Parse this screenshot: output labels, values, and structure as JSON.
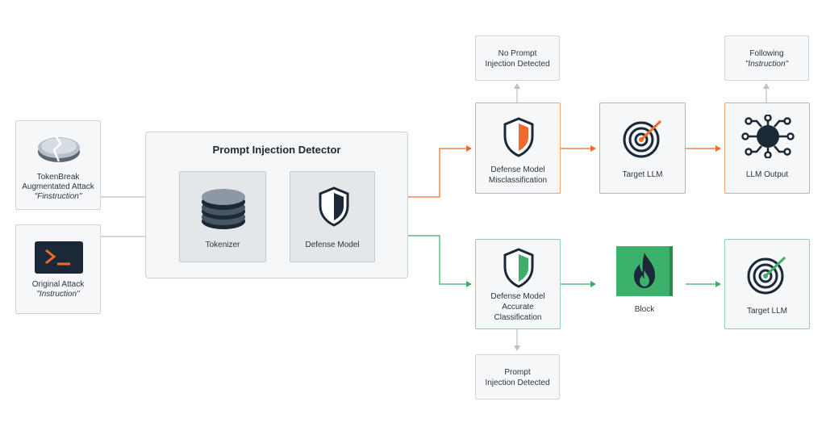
{
  "detector": {
    "title": "Prompt Injection Detector",
    "tokenizer_label": "Tokenizer",
    "defense_model_label": "Defense Model"
  },
  "inputs": [
    {
      "line1": "TokenBreak",
      "line2": "Augmentated Attack",
      "line3": "\"Finstruction\""
    },
    {
      "line1": "Original Attack",
      "line2": "\"Instruction\""
    }
  ],
  "misclassified_path": {
    "defense_line1": "Defense Model",
    "defense_line2": "Misclassification",
    "no_detect_line1": "No Prompt",
    "no_detect_line2": "Injection Detected",
    "target_label": "Target LLM",
    "output_label": "LLM Output",
    "following_line1": "Following",
    "following_line2": "\"Instruction\""
  },
  "accurate_path": {
    "defense_line1": "Defense Model",
    "defense_line2": "Accurate",
    "defense_line3": "Classification",
    "detect_line1": "Prompt",
    "detect_line2": "Injection Detected",
    "block_label": "Block",
    "target_label": "Target LLM"
  },
  "colors": {
    "orange": "#ef6a2b",
    "green": "#3fae6a",
    "gray_arrow": "#b9c0c6",
    "navy": "#1b2838",
    "block_green": "#3bb16b"
  },
  "icons": [
    "cracked-disk-icon",
    "terminal-icon",
    "token-stack-icon",
    "shield-icon",
    "target-icon",
    "network-hub-icon",
    "fire-icon"
  ]
}
